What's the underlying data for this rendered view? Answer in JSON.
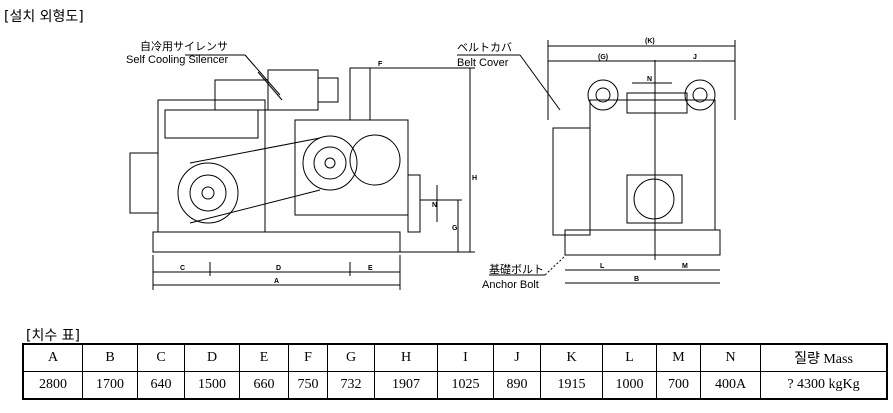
{
  "section_title_drawing": "[설치 외형도]",
  "section_title_table": "[치수 표]",
  "labels": {
    "silencer_jp": "自冷用サイレンサ",
    "silencer_en": "Self Cooling Silencer",
    "belt_cover_jp": "ベルトカバ",
    "belt_cover_en": "Belt Cover",
    "anchor_jp": "基礎ボルト",
    "anchor_en": "Anchor Bolt"
  },
  "dims": {
    "A": "A",
    "B": "B",
    "C": "C",
    "D": "D",
    "E": "E",
    "F": "F",
    "G": "G",
    "H": "H",
    "N": "N",
    "K": "(K)",
    "Gp": "(G)",
    "J": "J",
    "L": "L",
    "M": "M"
  },
  "table": {
    "headers": [
      "A",
      "B",
      "C",
      "D",
      "E",
      "F",
      "G",
      "H",
      "I",
      "J",
      "K",
      "L",
      "M",
      "N",
      "질량 Mass"
    ],
    "values": [
      "2800",
      "1700",
      "640",
      "1500",
      "660",
      "750",
      "732",
      "1907",
      "1025",
      "890",
      "1915",
      "1000",
      "700",
      "400A",
      "? 4300 kgKg"
    ]
  }
}
